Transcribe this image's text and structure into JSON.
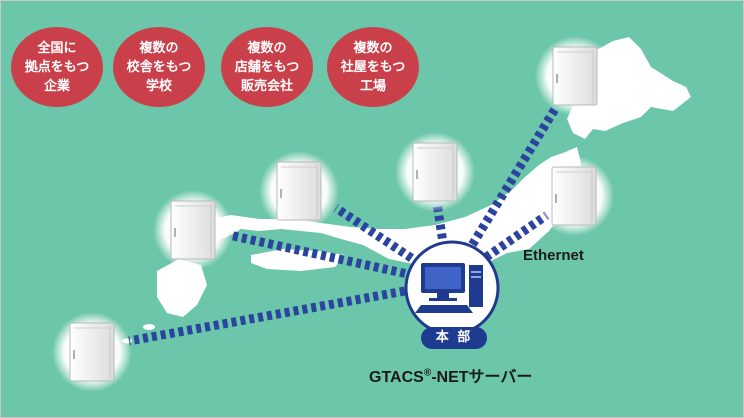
{
  "bubbles": [
    {
      "lines": [
        "全国に",
        "拠点をもつ",
        "企業"
      ]
    },
    {
      "lines": [
        "複数の",
        "校舎をもつ",
        "学校"
      ]
    },
    {
      "lines": [
        "複数の",
        "店舗をもつ",
        "販売会社"
      ]
    },
    {
      "lines": [
        "複数の",
        "社屋をもつ",
        "工場"
      ]
    }
  ],
  "hq_label": "本 部",
  "server": {
    "name_before": "GTACS",
    "registered": "®",
    "name_after": "-NETサーバー"
  },
  "link_label": "Ethernet",
  "colors": {
    "background": "#6cc6a9",
    "bubble": "#c9404b",
    "land": "#ffffff",
    "link": "#2b44a0",
    "badge": "#1f3b8f"
  },
  "icons": [
    "server-cabinet-icon",
    "hq-computer-icon"
  ]
}
